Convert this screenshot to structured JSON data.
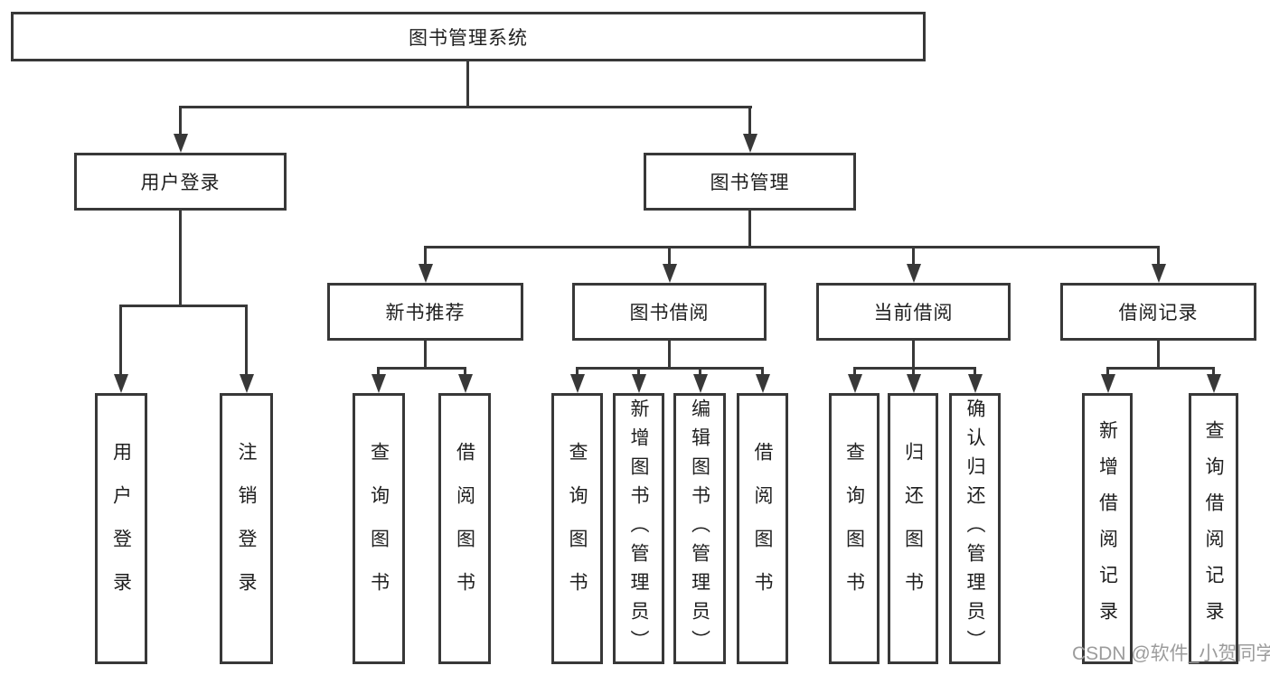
{
  "diagram": {
    "root": {
      "label": "图书管理系统"
    },
    "level2": [
      {
        "label": "用户登录"
      },
      {
        "label": "图书管理"
      }
    ],
    "level3": [
      {
        "label": "新书推荐"
      },
      {
        "label": "图书借阅"
      },
      {
        "label": "当前借阅"
      },
      {
        "label": "借阅记录"
      }
    ],
    "leaves": {
      "user": [
        "用户登录",
        "注销登录"
      ],
      "newbook": [
        "查询图书",
        "借阅图书"
      ],
      "borrow": [
        "查询图书",
        "新增图书（管理员）",
        "编辑图书（管理员）",
        "借阅图书"
      ],
      "current": [
        "查询图书",
        "归还图书",
        "确认归还（管理员）"
      ],
      "records": [
        "新增借阅记录",
        "查询借阅记录"
      ]
    }
  },
  "watermark": {
    "text": "CSDN @软件_小贺同学"
  },
  "colors": {
    "line": "#383838",
    "text": "#1f1f1f",
    "watermark": "#9c9c9c",
    "background": "#ffffff"
  }
}
